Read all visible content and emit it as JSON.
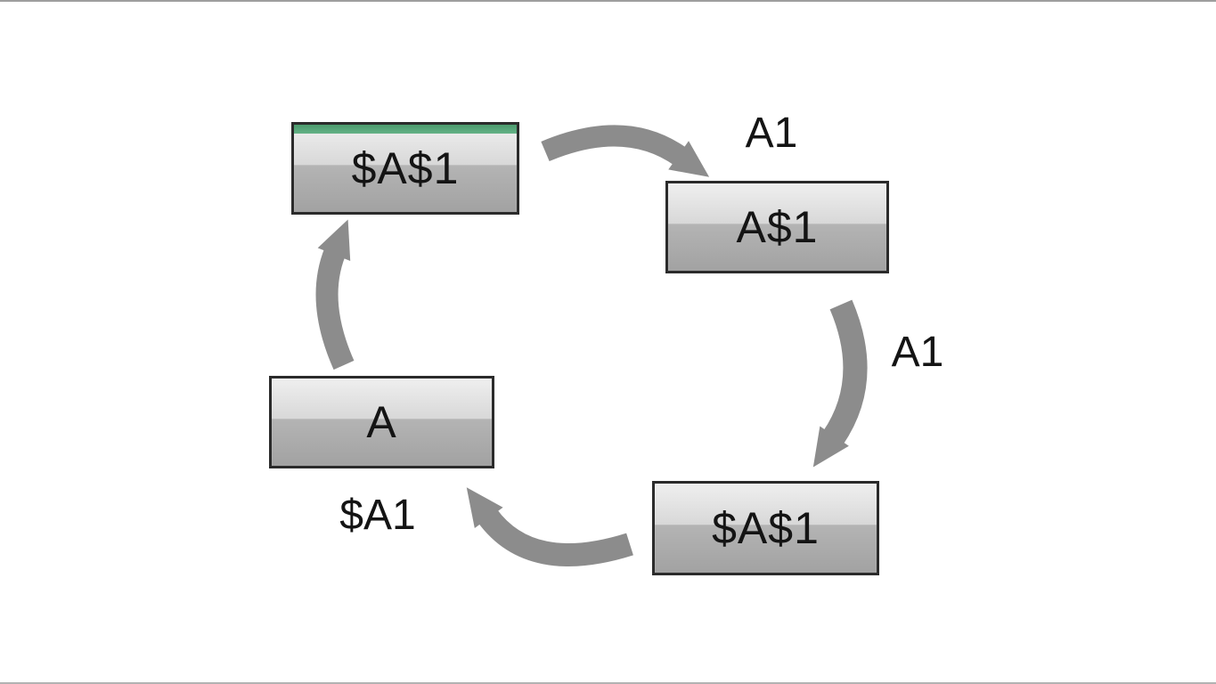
{
  "diagram": {
    "boxes": [
      {
        "id": "top-left",
        "label": "$A$1",
        "accent": true
      },
      {
        "id": "right",
        "label": "A$1",
        "accent": false
      },
      {
        "id": "bottom-right",
        "label": "$A$1",
        "accent": false
      },
      {
        "id": "left",
        "label": "A",
        "accent": false
      }
    ],
    "arrow_labels": [
      {
        "position": "top",
        "text": "A1"
      },
      {
        "position": "right",
        "text": "A1"
      },
      {
        "position": "bottom-left",
        "text": "$A1"
      }
    ],
    "colors": {
      "box_border": "#2b2b2b",
      "box_gloss_top": "#efefef",
      "box_gloss_bottom": "#a2a2a2",
      "accent_green": "#57a678",
      "arrow_gray": "#8c8c8c",
      "text_black": "#141414",
      "frame_line": "#9e9e9e",
      "background": "#ffffff"
    }
  }
}
